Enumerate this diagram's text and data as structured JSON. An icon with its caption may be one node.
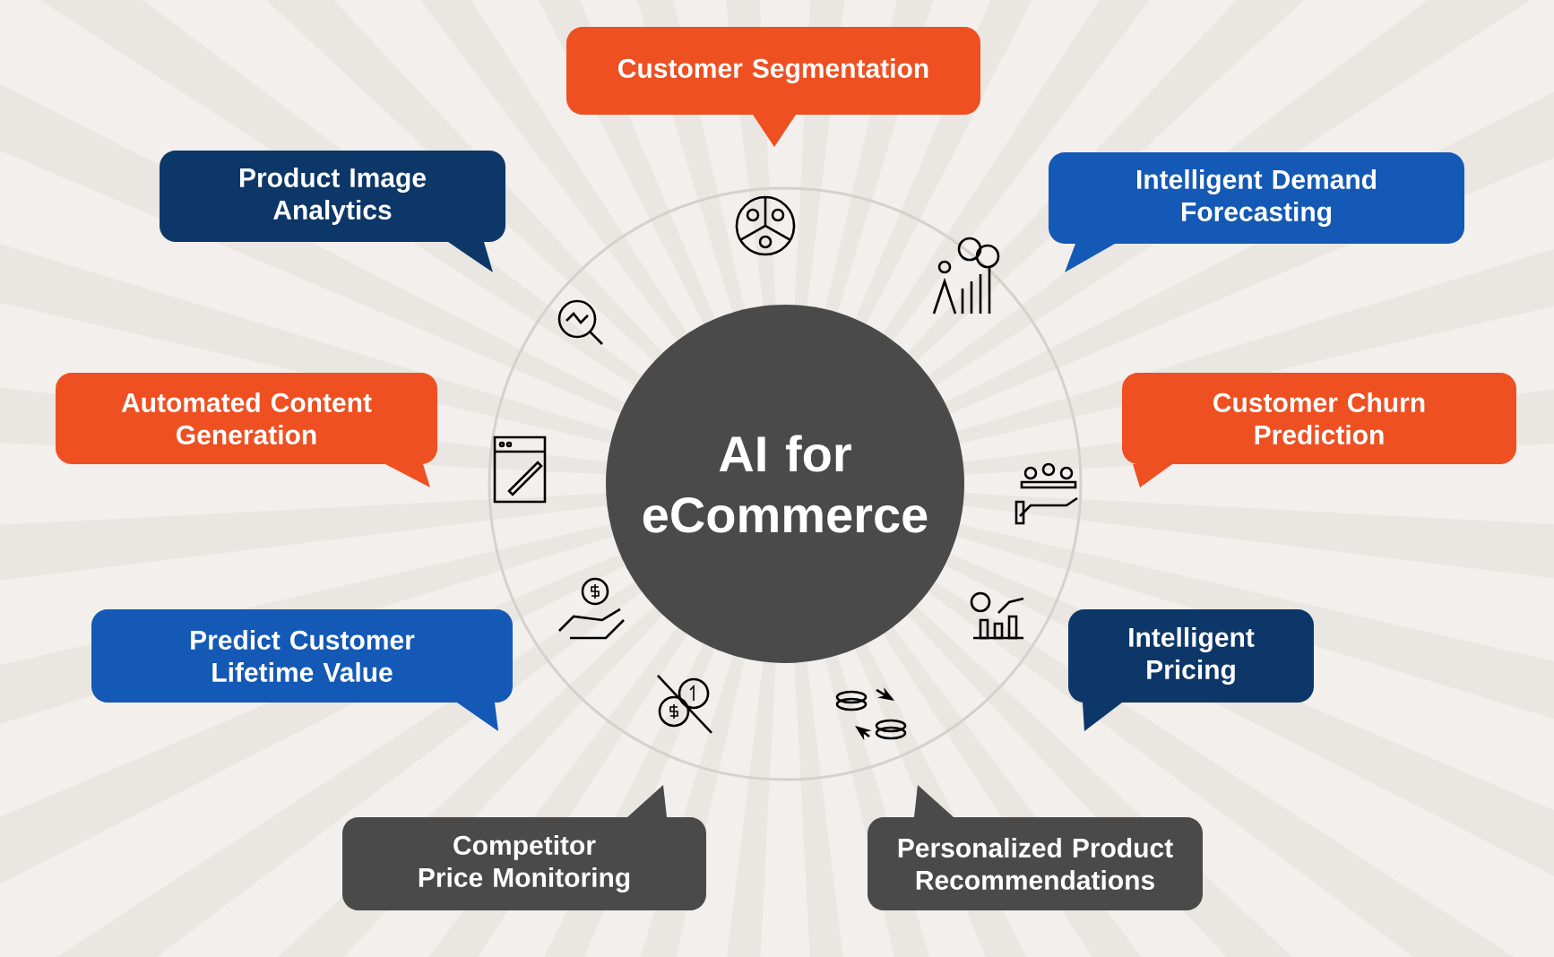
{
  "diagram": {
    "nodes": [
      {
        "text": [
          "AI for eCommerce"
        ]
      },
      {
        "text": [
          "Customer Segmentation"
        ]
      },
      {
        "text": [
          "Product Image Analytics"
        ]
      },
      {
        "text": [
          "Intelligent Demand Forecasting"
        ]
      },
      {
        "text": [
          "Automated Content Generation"
        ]
      },
      {
        "text": [
          "Customer Churn Prediction"
        ]
      },
      {
        "text": [
          "Predict Customer Lifetime Value"
        ]
      },
      {
        "text": [
          "Intelligent Pricing"
        ]
      },
      {
        "text": [
          "Competitor Price Monitoring"
        ]
      },
      {
        "text": [
          "Personalized Product Recommendations"
        ]
      }
    ]
  }
}
